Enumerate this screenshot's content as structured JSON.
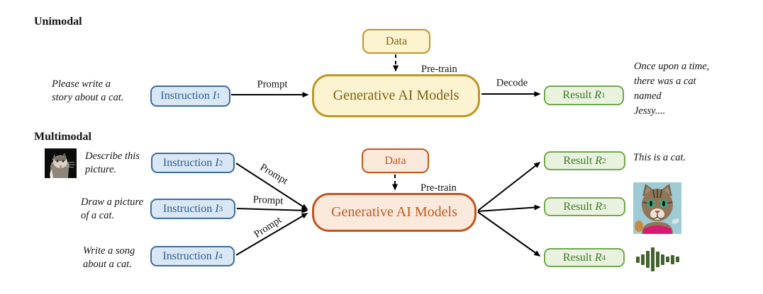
{
  "unimodal": {
    "heading": "Unimodal",
    "input_note": "Please write a\nstory about a cat.",
    "instruction_box": {
      "name": "Instruction",
      "var": "I",
      "sub": "1"
    },
    "prompt_label": "Prompt",
    "data_box_label": "Data",
    "pretrain_label": "Pre-train",
    "model_box_label": "Generative AI Models",
    "decode_label": "Decode",
    "result_box": {
      "name": "Result",
      "var": "R",
      "sub": "1"
    },
    "output_note": "Once upon a time,\nthere was a cat\nnamed\nJessy...."
  },
  "multimodal": {
    "heading": "Multimodal",
    "data_box_label": "Data",
    "pretrain_label": "Pre-train",
    "model_box_label": "Generative AI Models",
    "inputs": [
      {
        "note": "Describe this\npicture.",
        "image_icon": "cat-photo",
        "box": {
          "name": "Instruction",
          "var": "I",
          "sub": "2"
        },
        "prompt_label": "Prompt"
      },
      {
        "note": "Draw a picture\nof a cat.",
        "box": {
          "name": "Instruction",
          "var": "I",
          "sub": "3"
        },
        "prompt_label": "Prompt"
      },
      {
        "note": "Write a song\nabout a cat.",
        "box": {
          "name": "Instruction",
          "var": "I",
          "sub": "4"
        },
        "prompt_label": "Prompt"
      }
    ],
    "results": [
      {
        "box": {
          "name": "Result",
          "var": "R",
          "sub": "2"
        },
        "note": "This is a cat.",
        "output_type": "text"
      },
      {
        "box": {
          "name": "Result",
          "var": "R",
          "sub": "3"
        },
        "output_type": "image",
        "image_icon": "generated-cat-image"
      },
      {
        "box": {
          "name": "Result",
          "var": "R",
          "sub": "4"
        },
        "output_type": "audio",
        "image_icon": "audio-waveform-icon"
      }
    ]
  },
  "colors": {
    "instruction_fill": "#D9E6F4",
    "instruction_border": "#3C6E9F",
    "instruction_text": "#2B5E90",
    "yellow_fill": "#FCF3D0",
    "yellow_border": "#BD9727",
    "yellow_text": "#7E6212",
    "orange_fill": "#FBE9DC",
    "orange_border": "#C2571B",
    "orange_text": "#BE5B21",
    "result_fill": "#E9F2DF",
    "result_border": "#70A84C",
    "result_text": "#3A7A28",
    "arrow": "#000000",
    "audio_icon": "#44622D"
  }
}
